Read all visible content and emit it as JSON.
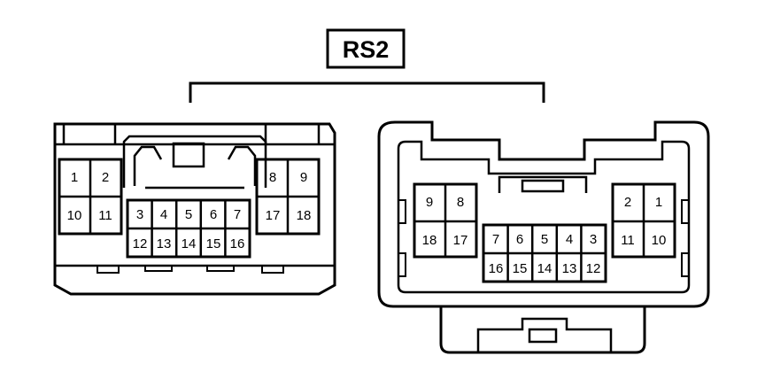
{
  "label": "RS2",
  "left_connector": {
    "pins": {
      "1": "1",
      "2": "2",
      "10": "10",
      "11": "11",
      "3": "3",
      "4": "4",
      "5": "5",
      "6": "6",
      "7": "7",
      "12": "12",
      "13": "13",
      "14": "14",
      "15": "15",
      "16": "16",
      "8": "8",
      "9": "9",
      "17": "17",
      "18": "18"
    }
  },
  "right_connector": {
    "pins": {
      "9": "9",
      "8": "8",
      "18": "18",
      "17": "17",
      "7": "7",
      "6": "6",
      "5": "5",
      "4": "4",
      "3": "3",
      "16": "16",
      "15": "15",
      "14": "14",
      "13": "13",
      "12": "12",
      "2": "2",
      "1": "1",
      "11": "11",
      "10": "10"
    }
  }
}
